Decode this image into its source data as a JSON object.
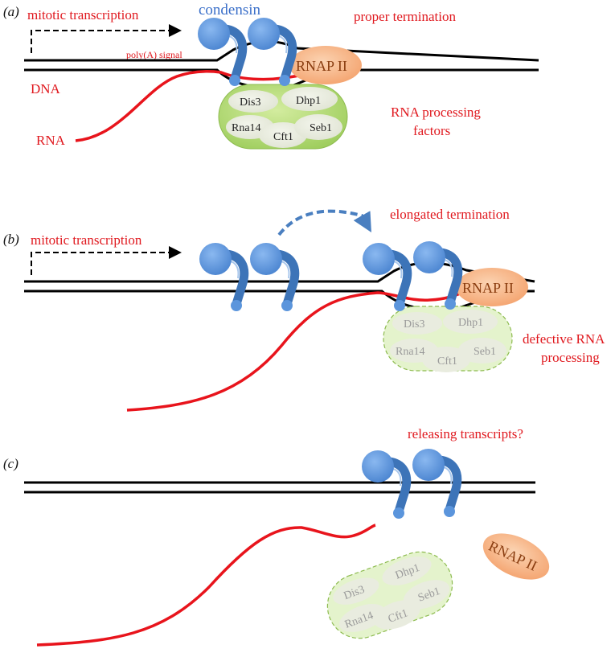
{
  "colors": {
    "dna": "#000000",
    "rna": "#e8141c",
    "label_red": "#e0191f",
    "condensin": "#5b95dc",
    "condensin_arm": "#3d74b8",
    "rnap_fill": "#f7b98c",
    "rnap_text": "#8a3d10",
    "complex_fill": "#b6d97a",
    "complex_fill_faded": "#e4f3cc",
    "factor_fill": "#e7ebdc"
  },
  "panels": [
    {
      "id": "a",
      "label": "(a)",
      "transcription_label": "mitotic transcription",
      "condensin_label": "condensin",
      "polya_label": "poly(A) signal",
      "dna_label": "DNA",
      "rna_label": "RNA",
      "rnap_label": "RNAP II",
      "outcome_label": "proper termination",
      "factors_label_line1": "RNA processing",
      "factors_label_line2": "factors",
      "factors": [
        "Dis3",
        "Dhp1",
        "Rna14",
        "Cft1",
        "Seb1"
      ]
    },
    {
      "id": "b",
      "label": "(b)",
      "transcription_label": "mitotic transcription",
      "rnap_label": "RNAP II",
      "outcome_label": "elongated termination",
      "factors_label_line1": "defective RNA",
      "factors_label_line2": "processing",
      "factors": [
        "Dis3",
        "Dhp1",
        "Rna14",
        "Cft1",
        "Seb1"
      ]
    },
    {
      "id": "c",
      "label": "(c)",
      "rnap_label": "RNAP II",
      "outcome_label": "releasing transcripts?",
      "factors": [
        "Dis3",
        "Dhp1",
        "Rna14",
        "Cft1",
        "Seb1"
      ]
    }
  ]
}
